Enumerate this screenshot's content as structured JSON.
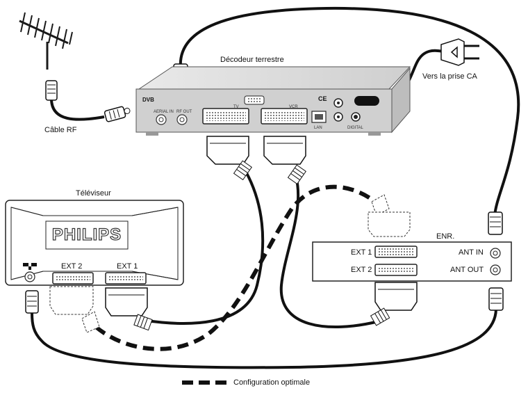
{
  "labels": {
    "decoder": "Décodeur terrestre",
    "ca_outlet": "Vers la prise CA",
    "rf_cable": "Câble RF",
    "tv": "Téléviseur",
    "recorder": "ENR.",
    "legend": "Configuration optimale"
  },
  "tv": {
    "brand": "PHILIPS",
    "port_ext2": "EXT 2",
    "port_ext1": "EXT 1"
  },
  "recorder": {
    "port_ext1": "EXT 1",
    "port_ext2": "EXT 2",
    "ant_in": "ANT IN",
    "ant_out": "ANT OUT"
  },
  "decoder": {
    "logo": "DVB",
    "aerial_in": "AERIAL IN",
    "rf_out": "RF OUT",
    "tv": "TV",
    "vcr": "VCR",
    "lan": "LAN",
    "digital": "DIGITAL",
    "ce": "CE"
  },
  "colors": {
    "line": "#1a1a1a",
    "cable": "#111111",
    "decoder_body": "#d4d4d4",
    "decoder_top": "#e6e6e6"
  }
}
